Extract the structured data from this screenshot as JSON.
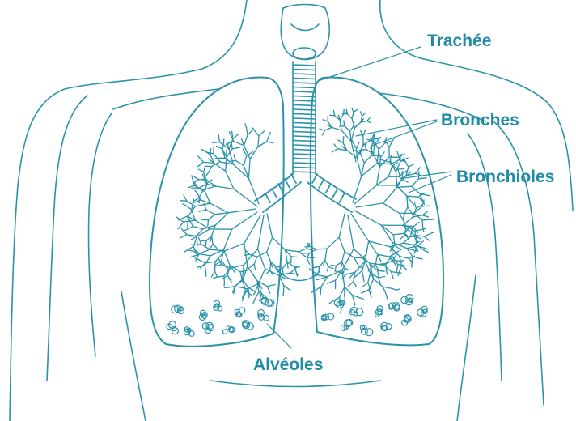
{
  "diagram": {
    "colors": {
      "line": "#2a93aa",
      "label": "#1f8ba6"
    },
    "labels": {
      "trachea": "Trachée",
      "bronchi": "Bronches",
      "bronchioles": "Bronchioles",
      "alveoli": "Alvéoles"
    },
    "icons": [
      "torso-outline",
      "trachea-rings",
      "bronchial-tree",
      "alveoli-clusters"
    ]
  }
}
